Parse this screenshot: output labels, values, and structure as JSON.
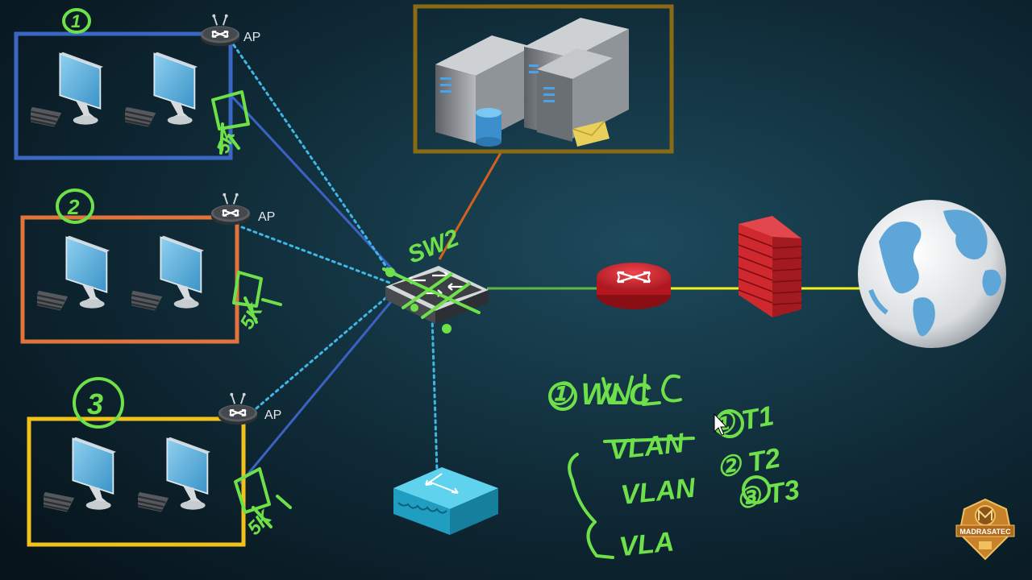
{
  "colors": {
    "background_center": "#1d4a5c",
    "background_edge": "#07141c",
    "group1_border": "#3b67c4",
    "group2_border": "#e0743b",
    "group3_border": "#f2c21b",
    "server_border": "#8a6a12",
    "wireless_link": "#3fb7e6",
    "wired_link": "#3b62c2",
    "server_link": "#d0621d",
    "router_link": "#5fb548",
    "internet_link": "#f2f21a",
    "handwriting": "#6ee04a",
    "router": "#d81f2a",
    "firewall": "#c8242c",
    "wlc": "#2aaed0"
  },
  "access_points": [
    {
      "label": "AP"
    },
    {
      "label": "AP"
    },
    {
      "label": "AP"
    }
  ],
  "annotations": {
    "group_numbers": [
      "1",
      "2",
      "3"
    ],
    "sw_label": "SW2",
    "wlc_note": "① WLC",
    "vlan_list": [
      "VLAN",
      "VLAN",
      "VLA"
    ],
    "trunk_list": [
      "① T1",
      "② T2",
      "③ T3"
    ],
    "port_marks": [
      "5K",
      "5K",
      "5K"
    ]
  },
  "devices": {
    "pc_icon": "desktop-computer-icon",
    "switch_icon": "switch-icon",
    "router_icon": "router-icon",
    "firewall_icon": "firewall-icon",
    "internet_icon": "globe-icon",
    "server_icon": "server-icon",
    "wlc_icon": "wireless-controller-icon"
  },
  "logo": {
    "text": "MADRASATEC"
  }
}
